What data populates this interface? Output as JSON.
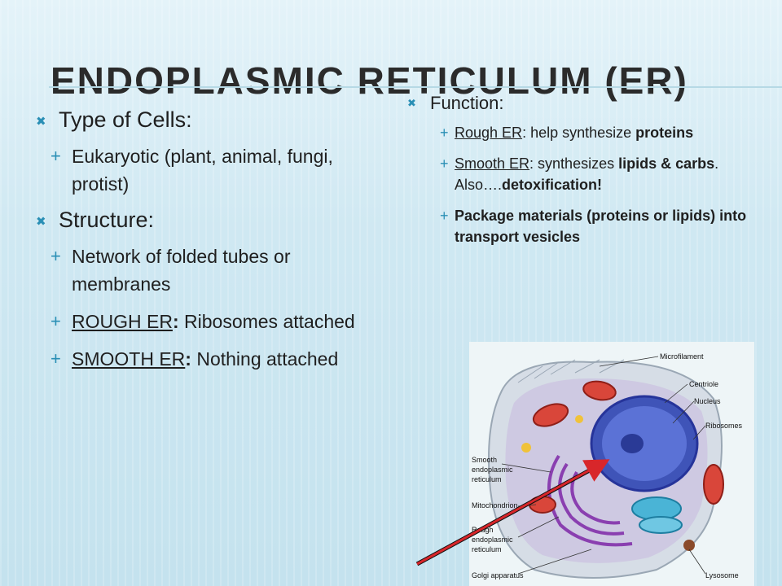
{
  "title": "ENDOPLASMIC RETICULUM (ER)",
  "left": {
    "type_heading": "Type of Cells:",
    "type_item": "Eukaryotic (plant, animal, fungi, protist)",
    "structure_heading": "Structure:",
    "structure_item1": "Network of folded tubes or membranes",
    "rough_label": "ROUGH ER",
    "rough_colon": ":",
    "rough_text": " Ribosomes attached",
    "smooth_label": "SMOOTH ER",
    "smooth_colon": ":",
    "smooth_text": " Nothing attached"
  },
  "right": {
    "function_heading": "Function:",
    "rough_label": "Rough ER",
    "rough_text_a": ": help synthesize ",
    "rough_text_b": "proteins",
    "smooth_label": "Smooth ER",
    "smooth_text_a": ": synthesizes ",
    "smooth_text_b": "lipids & carbs",
    "smooth_text_c": ". Also….",
    "smooth_text_d": "detoxification!",
    "package_text": "Package materials (proteins or lipids) into transport vesicles"
  },
  "figure_labels": {
    "microfilament": "Microfilament",
    "centriole": "Centriole",
    "nucleus": "Nucleus",
    "ribosomes": "Ribosomes",
    "smooth1": "Smooth",
    "smooth2": "endoplasmic",
    "smooth3": "reticulum",
    "mito": "Mitochondrion",
    "rough1": "Rough",
    "rough2": "endoplasmic",
    "rough3": "reticulum",
    "golgi": "Golgi apparatus",
    "lysosome": "Lysosome"
  },
  "colors": {
    "accent": "#2a8fb5",
    "arrow": "#d8262a"
  },
  "icons": {
    "level1": "x-bullet-icon",
    "level2": "plus-bullet-icon"
  }
}
